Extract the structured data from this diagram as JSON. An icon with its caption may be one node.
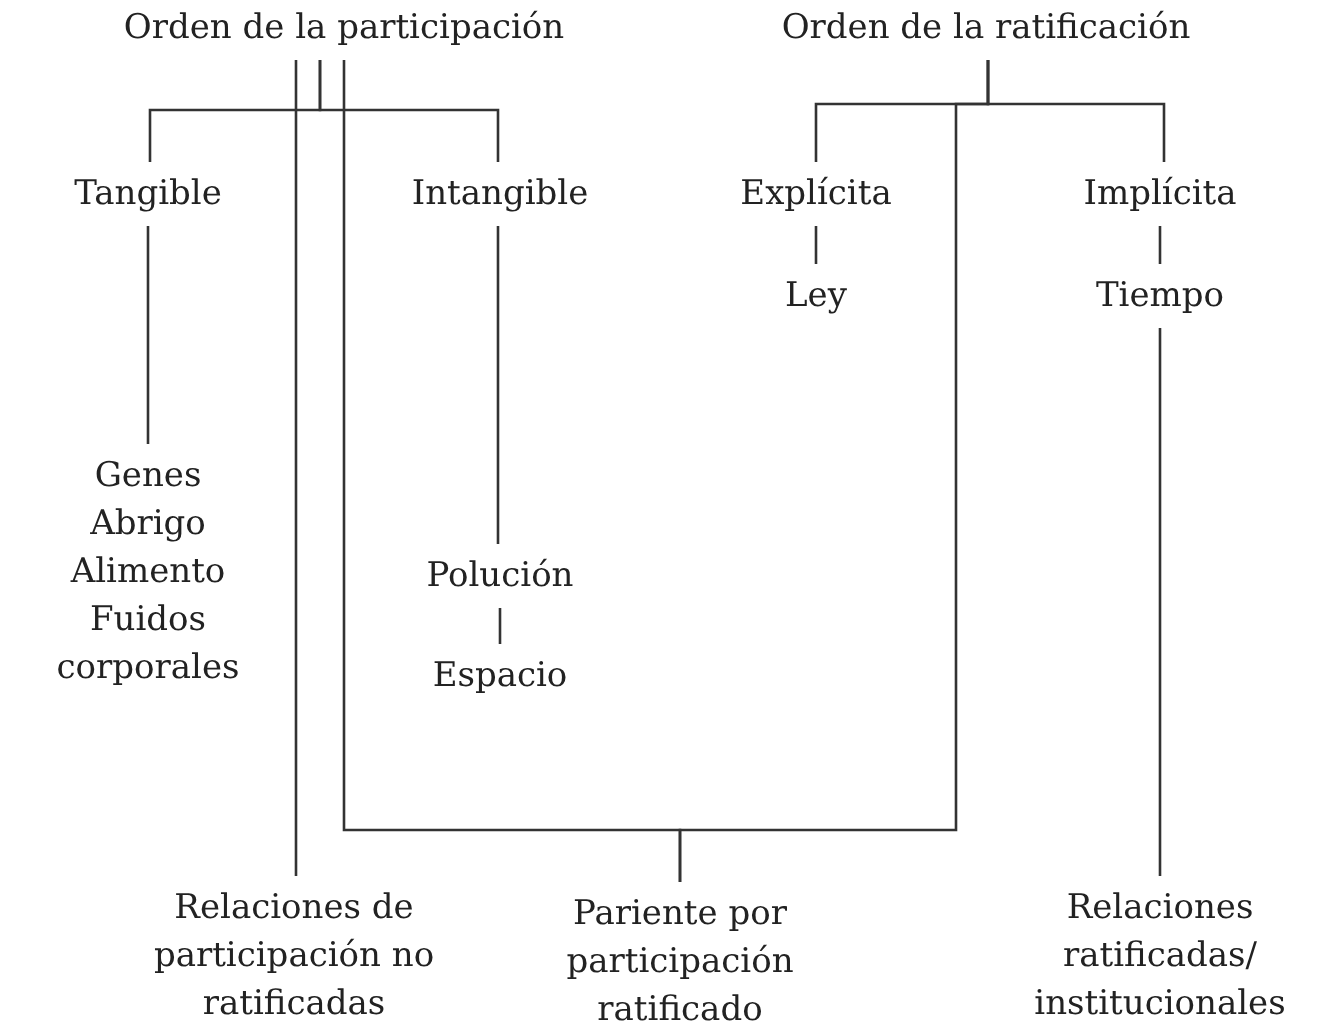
{
  "diagram": {
    "nodes": [
      {
        "text": [
          "Orden de la participación"
        ]
      },
      {
        "text": [
          "Orden de la ratificación"
        ]
      },
      {
        "text": [
          "Tangible"
        ]
      },
      {
        "text": [
          "Intangible"
        ]
      },
      {
        "text": [
          "Explícita"
        ]
      },
      {
        "text": [
          "Implícita"
        ]
      },
      {
        "text": [
          "Ley"
        ]
      },
      {
        "text": [
          "Tiempo"
        ]
      },
      {
        "text": [
          "Genes",
          "Abrigo",
          "Alimento",
          "Fuidos corporales"
        ]
      },
      {
        "text": [
          "Polución"
        ]
      },
      {
        "text": [
          "Espacio"
        ]
      },
      {
        "text": [
          "Relaciones de participación no ratificadas"
        ]
      },
      {
        "text": [
          "Pariente por participación ratificado"
        ]
      },
      {
        "text": [
          "Relaciones ratificadas/ institucionales"
        ]
      }
    ],
    "edges": [
      {
        "from": 0,
        "to": 2,
        "arrow": "none"
      },
      {
        "from": 0,
        "to": 3,
        "arrow": "none"
      },
      {
        "from": 0,
        "to": 11,
        "arrow": "none"
      },
      {
        "from": 0,
        "to": 12,
        "arrow": "none"
      },
      {
        "from": 1,
        "to": 12,
        "arrow": "none"
      },
      {
        "from": 1,
        "to": 4,
        "arrow": "none"
      },
      {
        "from": 1,
        "to": 5,
        "arrow": "none"
      },
      {
        "from": 2,
        "to": 8,
        "arrow": "none"
      },
      {
        "from": 3,
        "to": 9,
        "arrow": "none"
      },
      {
        "from": 9,
        "to": 10,
        "arrow": "none"
      },
      {
        "from": 4,
        "to": 6,
        "arrow": "none"
      },
      {
        "from": 5,
        "to": 7,
        "arrow": "none"
      },
      {
        "from": 7,
        "to": 13,
        "arrow": "none"
      }
    ]
  }
}
